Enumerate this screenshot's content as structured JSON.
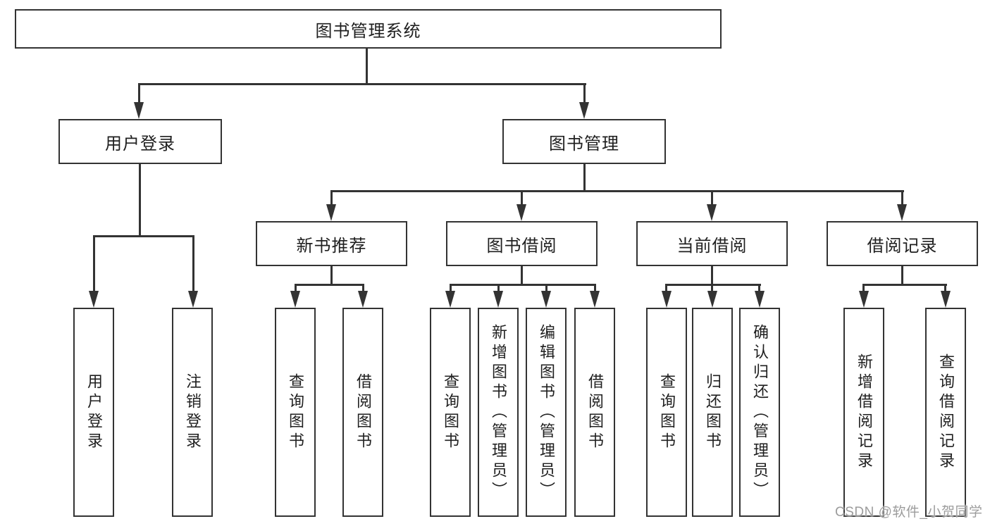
{
  "tree": {
    "root": "图书管理系统",
    "branches": [
      {
        "label": "用户登录",
        "children": [
          "用户登录",
          "注销登录"
        ]
      },
      {
        "label": "图书管理",
        "sections": [
          {
            "label": "新书推荐",
            "children": [
              "查询图书",
              "借阅图书"
            ]
          },
          {
            "label": "图书借阅",
            "children": [
              "查询图书",
              "新增图书（管理员）",
              "编辑图书（管理员）",
              "借阅图书"
            ]
          },
          {
            "label": "当前借阅",
            "children": [
              "查询图书",
              "归还图书",
              "确认归还（管理员）"
            ]
          },
          {
            "label": "借阅记录",
            "children": [
              "新增借阅记录",
              "查询借阅记录"
            ]
          }
        ]
      }
    ]
  },
  "watermark": {
    "text": "CSDN @软件_小贺同学"
  },
  "colors": {
    "line": "#333333",
    "text": "#1f1f1f",
    "background": "#ffffff",
    "watermark": "#9c9c9c"
  }
}
